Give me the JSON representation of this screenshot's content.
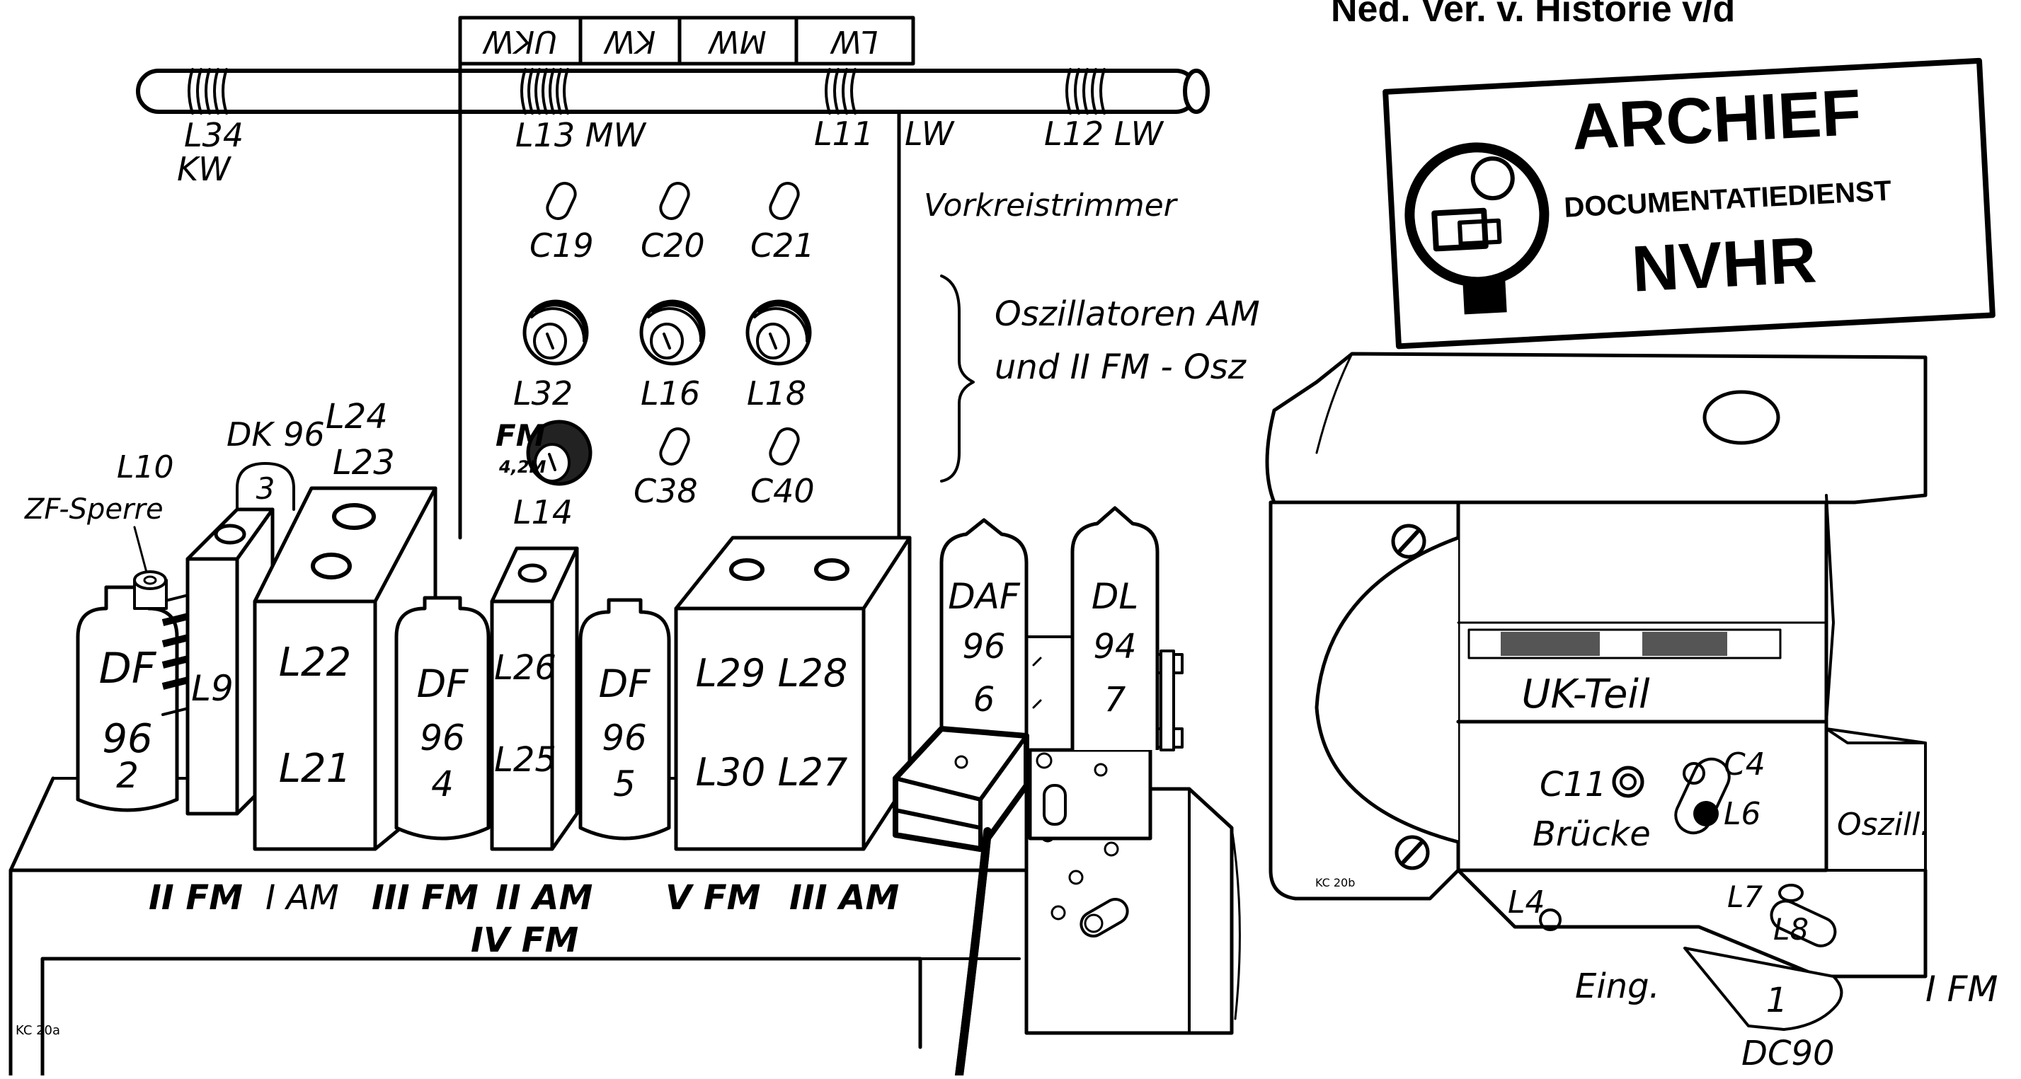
{
  "header_text": "Ned. Ver. v. Historie v/d",
  "stamp": {
    "title": "ARCHIEF",
    "subtitle": "DOCUMENTATIEDIENST",
    "org": "NVHR"
  },
  "band_buttons": [
    "UKW",
    "KW",
    "MW",
    "LW"
  ],
  "ferrite_rod": {
    "coil_labels": [
      "L34",
      "KW",
      "L13 MW",
      "L11",
      "LW",
      "L12 LW"
    ]
  },
  "chassis_a": {
    "vorkreis_label": "Vorkreistrimmer",
    "trimmers_top": [
      "C19",
      "C20",
      "C21"
    ],
    "oscillator_coils": [
      "L32",
      "L16",
      "L18"
    ],
    "oscillator_label_1": "Oszillatoren AM",
    "oscillator_label_2": "und II FM - Osz",
    "fm_coil": {
      "label_1": "FM",
      "label_2": "4,2M",
      "label_3": "L14"
    },
    "trimmers_bottom": [
      "C38",
      "C40"
    ],
    "tube_dk96": {
      "label": "DK 96",
      "num": "3"
    },
    "l10_label": "L10",
    "zf_sperre_label": "ZF-Sperre",
    "l24_l23": [
      "L24",
      "L23"
    ],
    "tube_df96_2": {
      "type": "DF",
      "num_1": "96",
      "num_2": "2"
    },
    "can_l9": "L9",
    "can_l22_l21": [
      "L22",
      "L21"
    ],
    "tube_df96_4": {
      "type": "DF",
      "num_1": "96",
      "num_2": "4"
    },
    "can_l26_l25": [
      "L26",
      "L25"
    ],
    "tube_df96_5": {
      "type": "DF",
      "num_1": "96",
      "num_2": "5"
    },
    "can_l29_l28": [
      "L29 L28",
      "L30 L27"
    ],
    "tube_daf96": {
      "type": "DAF",
      "num_1": "96",
      "num_2": "6"
    },
    "tube_dl94": {
      "type": "DL",
      "num_1": "94",
      "num_2": "7"
    },
    "stage_labels": [
      "II FM",
      "I AM",
      "III FM",
      "II AM",
      "IV FM",
      "V FM",
      "III AM"
    ],
    "drawing_code": "KC 20a"
  },
  "chassis_b": {
    "uk_teil_label": "UK-Teil",
    "c11_label": "C11",
    "brucke_label": "Brücke",
    "c4_label": "C4",
    "l6_label": "L6",
    "oszill_label": "Oszill.",
    "l4_label": "L4",
    "l7_label": "L7",
    "l8_label": "L8",
    "eing_label": "Eing.",
    "tube_num": "1",
    "tfm_label": "I FM",
    "dc90_label": "DC90",
    "drawing_code": "KC 20b"
  }
}
